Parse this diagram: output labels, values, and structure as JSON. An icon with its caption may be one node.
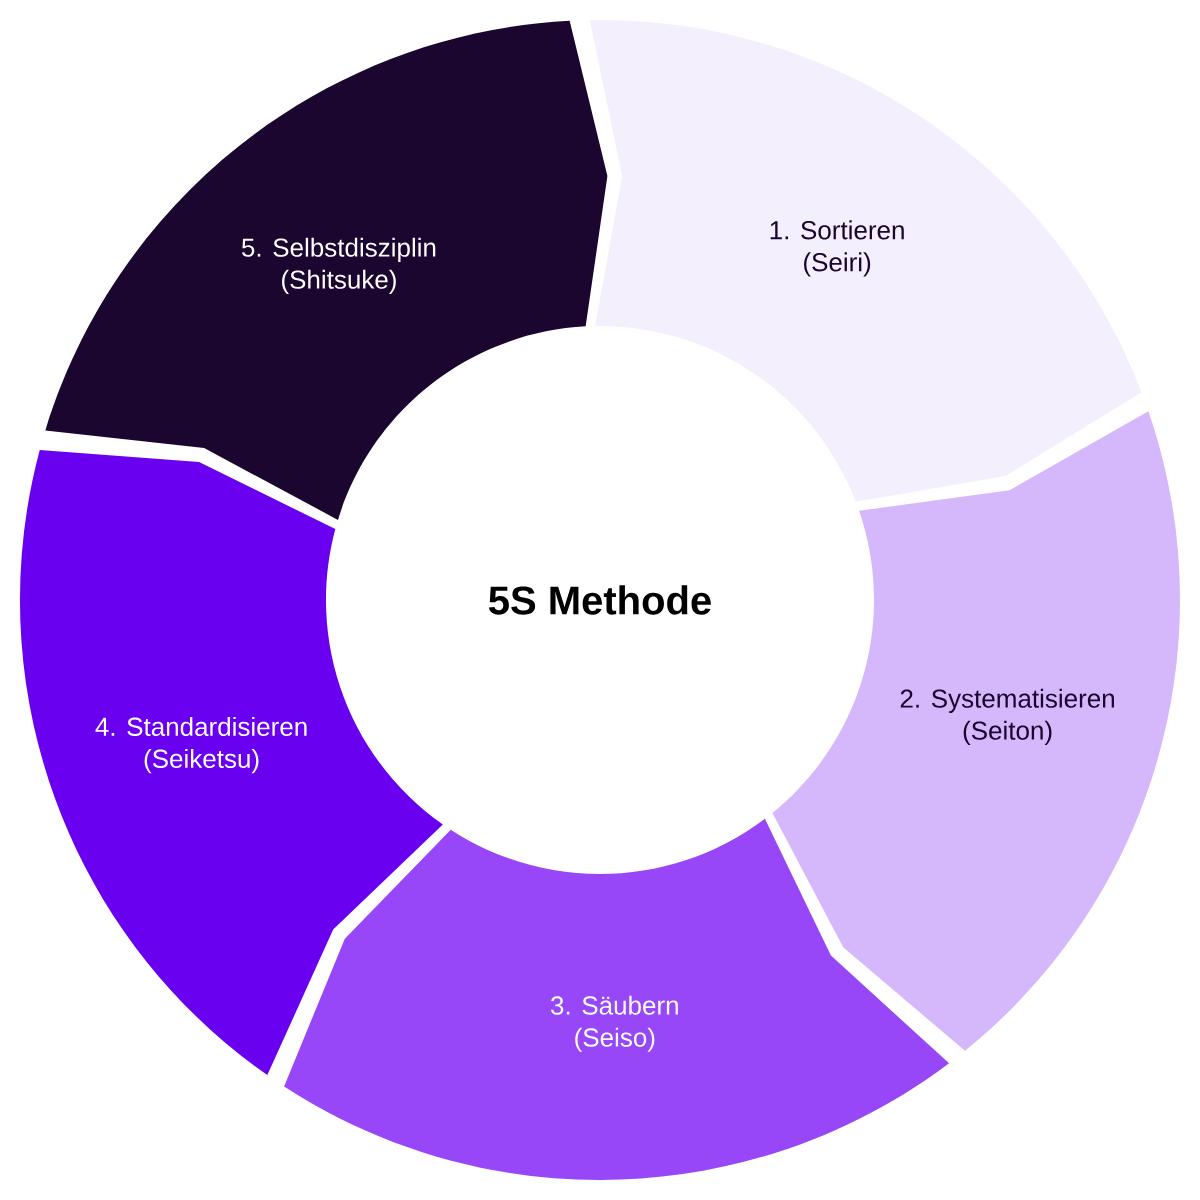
{
  "diagram": {
    "nodes": [
      {
        "text": [
          "5S Methode"
        ]
      },
      {
        "text": [
          "1. Sortieren",
          "(Seiri)"
        ]
      },
      {
        "text": [
          "2. Systematisieren",
          "(Seiton)"
        ]
      },
      {
        "text": [
          "3. Säubern",
          "(Seiso)"
        ]
      },
      {
        "text": [
          "4. Standardisieren",
          "(Seiketsu)"
        ]
      },
      {
        "text": [
          "5. Selbstdisziplin",
          "(Shitsuke)"
        ]
      }
    ]
  }
}
